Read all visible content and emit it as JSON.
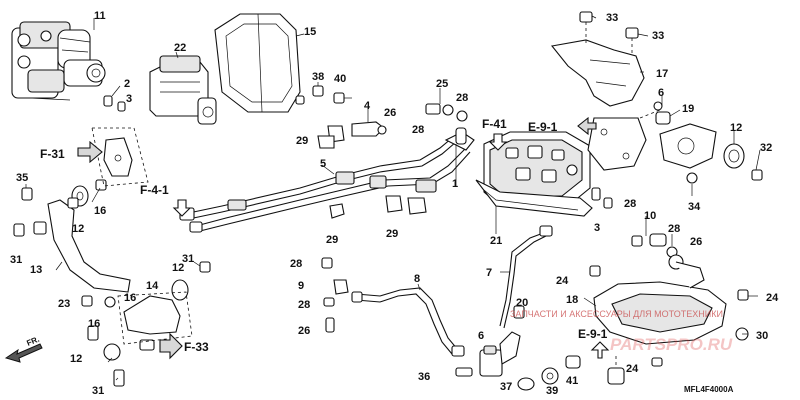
{
  "diagram": {
    "callouts": {
      "p11": "11",
      "p22": "22",
      "p15": "15",
      "p2": "2",
      "p3": "3",
      "p38": "38",
      "p40": "40",
      "p25": "25",
      "p4": "4",
      "p26a": "26",
      "p28a": "28",
      "p28b": "28",
      "p33a": "33",
      "p33b": "33",
      "p17": "17",
      "p6": "6",
      "p19": "19",
      "p12a": "12",
      "p32": "32",
      "p34": "34",
      "p29a": "29",
      "p5": "5",
      "p1": "1",
      "p29b": "29",
      "p29c": "29",
      "p35": "35",
      "p16a": "16",
      "p12b": "12",
      "p31a": "31",
      "p13": "13",
      "p28c": "28",
      "p9": "9",
      "p28d": "28",
      "p26b": "26",
      "p8": "8",
      "p21": "21",
      "p7": "7",
      "p3b": "3",
      "p28e": "28",
      "p10": "10",
      "p28f": "28",
      "p26c": "26",
      "p24a": "24",
      "p24b": "24",
      "p18": "18",
      "p24c": "24",
      "p30": "30",
      "p12c": "12",
      "p31b": "31",
      "p14": "14",
      "p16b": "16",
      "p23": "23",
      "p16c": "16",
      "p12d": "12",
      "p31c": "31",
      "p20": "20",
      "p6b": "6",
      "p36": "36",
      "p37": "37",
      "p39": "39",
      "p41": "41"
    },
    "refs": {
      "f31": "F-31",
      "f41a": "F-4-1",
      "f33": "F-33",
      "f41b": "F-41",
      "e91a": "E-9-1",
      "e91b": "E-9-1",
      "fr": "FR."
    },
    "diagram_code": "MFL4F4000A",
    "watermark_text": "ЗАПЧАСТИ И АКСЕССУАРЫ ДЛЯ МОТОТЕХНИКИ",
    "watermark_brand": "PARTSPRO.RU",
    "colors": {
      "line": "#111111",
      "watermark": "#c84a4a"
    },
    "icons": [
      "arrow-left-icon",
      "arrow-right-icon",
      "arrow-down-icon",
      "arrow-up-icon",
      "fr-direction-arrow-icon"
    ]
  }
}
